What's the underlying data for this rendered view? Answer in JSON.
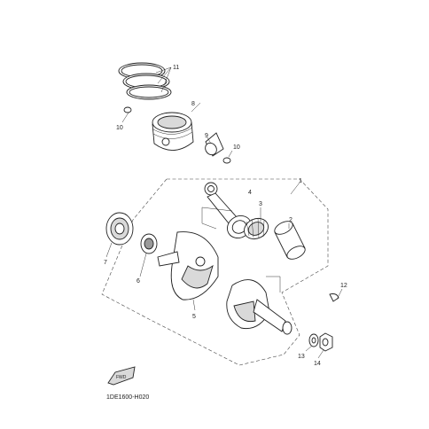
{
  "diagram": {
    "code": "1DE1600-H020",
    "fwd_label": "FWD",
    "callouts": {
      "n1": "1",
      "n2": "2",
      "n3": "3",
      "n4": "4",
      "n5": "5",
      "n6": "6",
      "n7": "7",
      "n8": "8",
      "n9": "9",
      "n10a": "10",
      "n10b": "10",
      "n11": "11",
      "n12": "12",
      "n13": "13",
      "n14": "14"
    }
  }
}
